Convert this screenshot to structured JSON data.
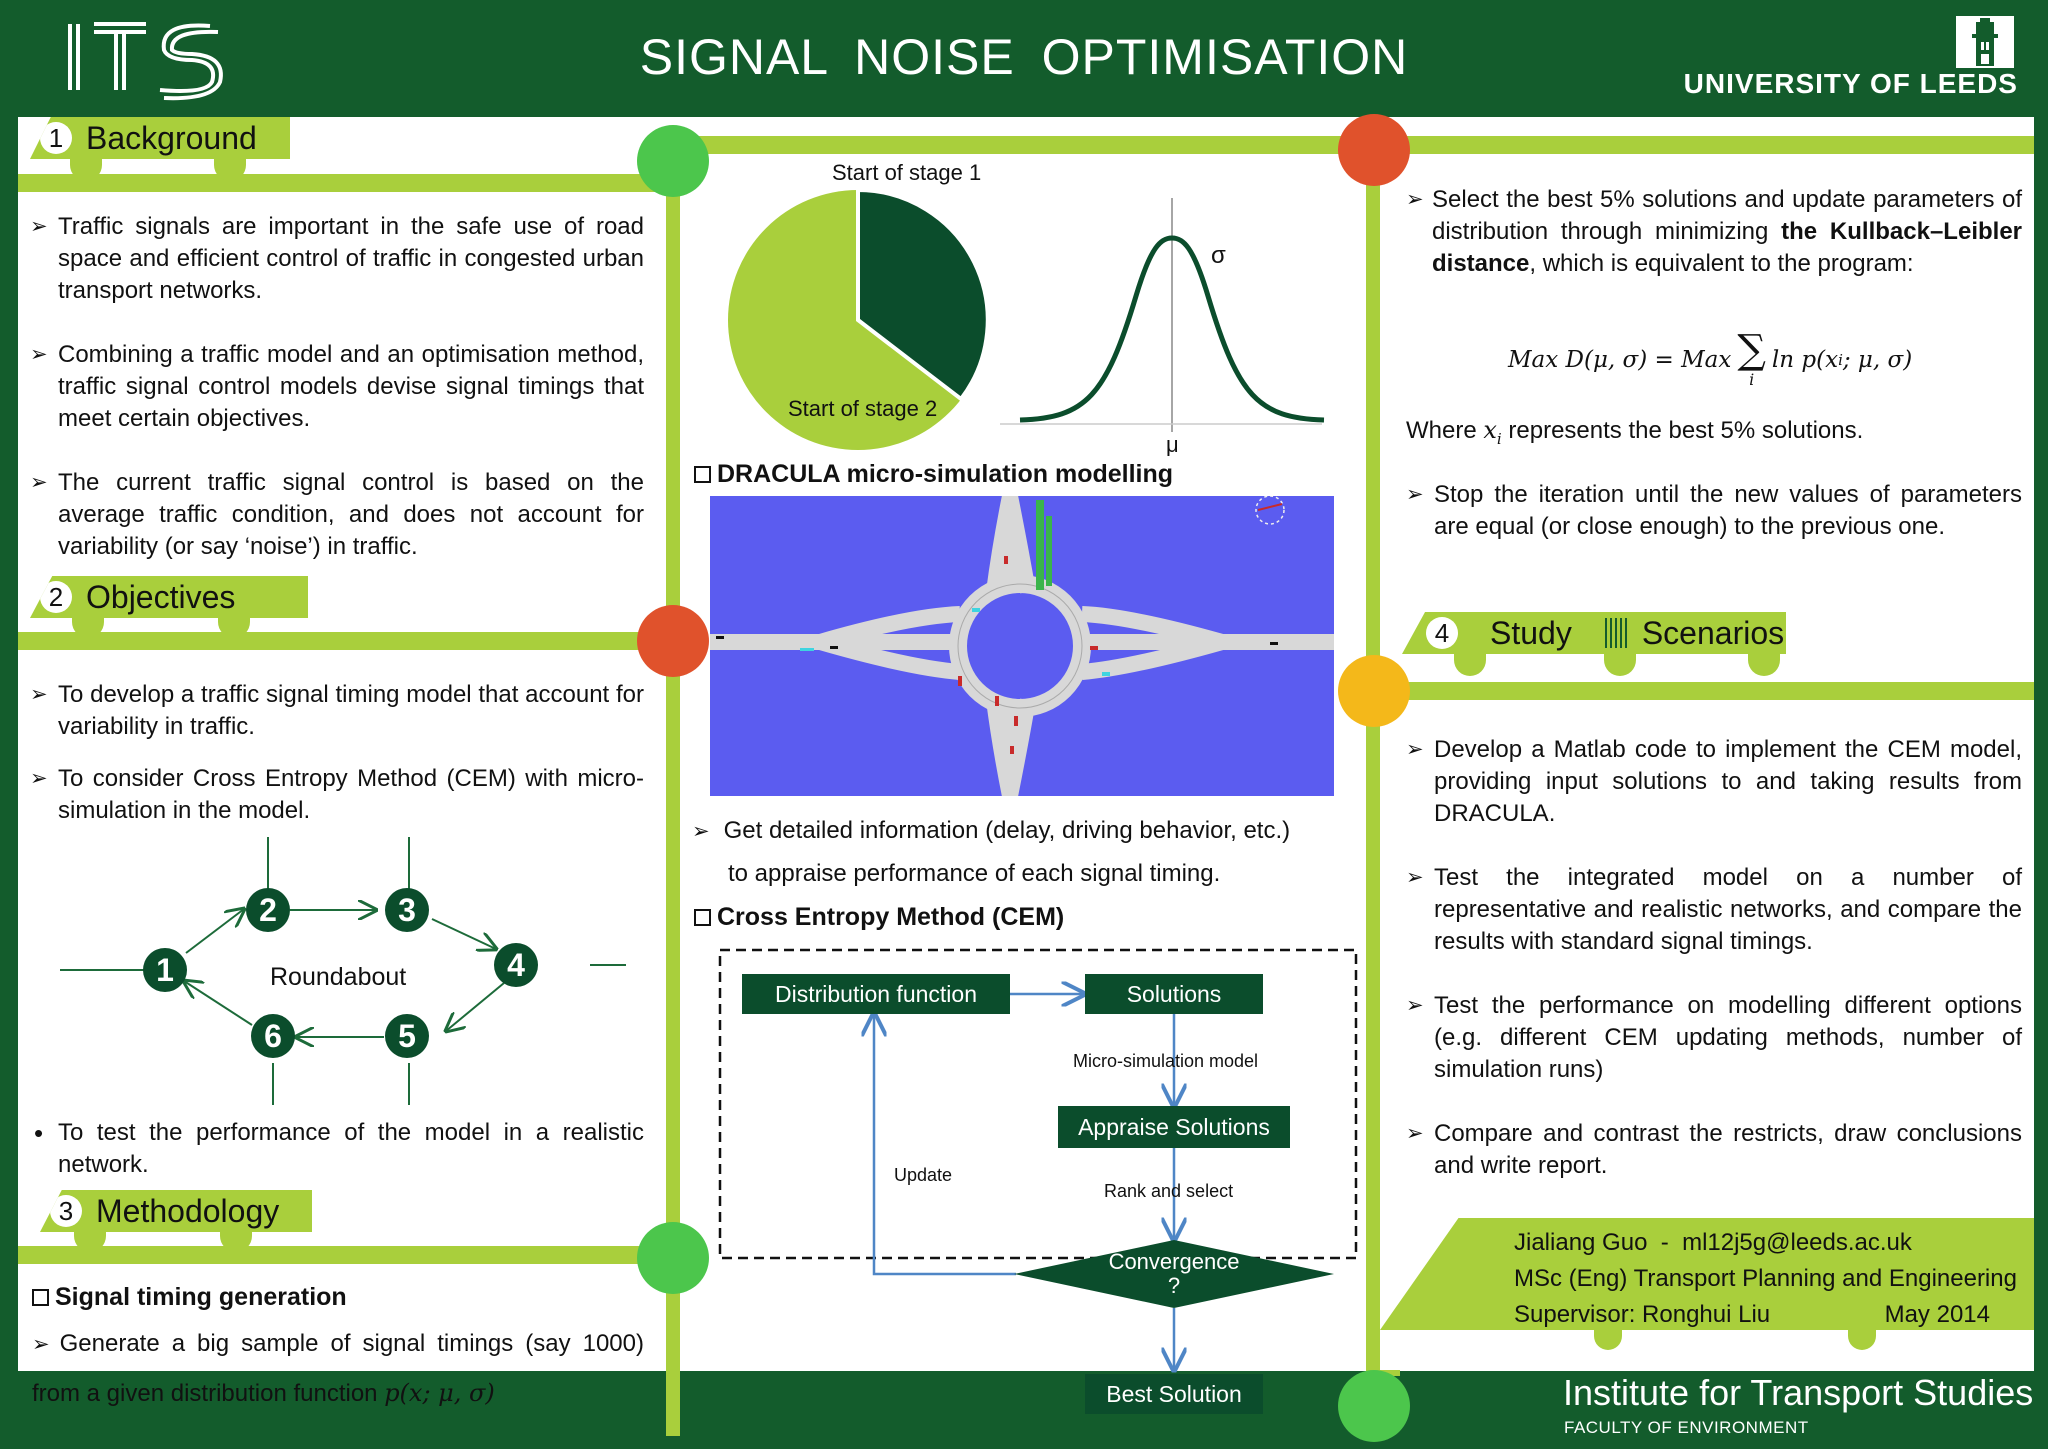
{
  "header": {
    "logo_text": "ITS",
    "title": "SIGNAL NOISE OPTIMISATION",
    "university": "UNIVERSITY OF LEEDS"
  },
  "colors": {
    "dark_green": "#135c2c",
    "light_green": "#a9cf3c",
    "green_dot": "#4cc64c",
    "red_dot": "#e0522c",
    "yellow_dot": "#f4b81a"
  },
  "background": {
    "number": "1",
    "title": "Background",
    "bullets": [
      "Traffic signals are important in the safe use of road space and efficient control of traffic in congested urban transport networks.",
      "Combining a traffic model and an optimisation method, traffic signal control models devise signal timings that meet certain objectives.",
      "The current traffic signal control is based on the average traffic condition, and does not account for variability (or say ‘noise’) in traffic."
    ]
  },
  "objectives": {
    "number": "2",
    "title": "Objectives",
    "bullets": [
      "To develop a traffic signal timing model that account for variability in traffic.",
      "To consider Cross Entropy Method (CEM) with micro-simulation in the model."
    ],
    "roundabout": {
      "label": "Roundabout",
      "nodes": [
        "1",
        "2",
        "3",
        "4",
        "5",
        "6"
      ]
    },
    "last_bullet": "To test the performance of the model in a realistic network."
  },
  "methodology": {
    "number": "3",
    "title": "Methodology",
    "subhead": "Signal timing generation",
    "bullet_text": "Generate a big sample of signal timings (say 1000) from  a given distribution function",
    "bullet_formula": "p(x; μ, σ)"
  },
  "middle": {
    "pie_label_top": "Start of stage 1",
    "pie_label_bottom": "Start of stage 2",
    "sigma_label": "σ",
    "mu_label": "μ",
    "dracula_heading": "DRACULA micro-simulation modelling",
    "dracula_bullet_line1": "Get detailed information (delay, driving behavior, etc.)",
    "dracula_bullet_line2": "to appraise performance of each signal timing.",
    "cem_heading": "Cross Entropy Method (CEM)",
    "flow": {
      "distribution": "Distribution function",
      "solutions": "Solutions",
      "micro_sim": "Micro-simulation model",
      "appraise": "Appraise Solutions",
      "rank": "Rank and select",
      "update": "Update",
      "convergence_line1": "Convergence",
      "convergence_line2": "?",
      "best": "Best Solution"
    }
  },
  "right": {
    "select_bullet_pre": "Select the best 5% solutions and update parameters of distribution through minimizing",
    "select_bullet_bold": "the Kullback–Leibler distance",
    "select_bullet_post": ", which is equivalent to the program:",
    "formula_left": "Max D(μ, σ) = Max",
    "formula_sum": "∑",
    "formula_index": "i",
    "formula_right": "ln p(x",
    "formula_right_sub": "i",
    "formula_right_end": "; μ, σ)",
    "where_pre": "Where",
    "where_var": "x",
    "where_sub": "i",
    "where_post": "represents the best 5% solutions.",
    "stop_bullet": "Stop the iteration until the new values of parameters are equal (or close enough) to the previous one."
  },
  "study": {
    "number": "4",
    "title_left": "Study",
    "title_right": "Scenarios",
    "bullets": [
      "Develop a Matlab code to implement the CEM model, providing input solutions to and taking results from DRACULA.",
      "Test the integrated model on a number of representative and realistic networks, and compare the results with standard signal timings.",
      "Test the performance on modelling different options (e.g. different CEM updating methods, number of simulation runs)",
      "Compare and contrast the restricts, draw conclusions and write report."
    ]
  },
  "contact": {
    "name_email": "Jialiang Guo  -  ml12j5g@leeds.ac.uk",
    "degree": "MSc (Eng) Transport Planning and Engineering",
    "supervisor": "Supervisor: Ronghui Liu",
    "date": "May 2014"
  },
  "footer": {
    "institute": "Institute for Transport Studies",
    "faculty": "FACULTY OF ENVIRONMENT"
  }
}
